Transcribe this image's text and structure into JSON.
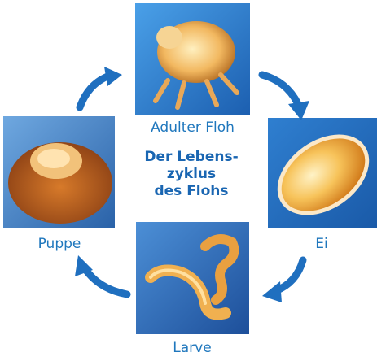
{
  "title": {
    "line1": "Der Lebens-",
    "line2": "zyklus",
    "line3": "des Flohs"
  },
  "stages": {
    "adult": "Adulter Floh",
    "egg": "Ei",
    "larva": "Larve",
    "pupa": "Puppe"
  },
  "colors": {
    "text": "#1f77bd",
    "arrow": "#1f6fbf",
    "photo_background": "#2f7fd0"
  }
}
